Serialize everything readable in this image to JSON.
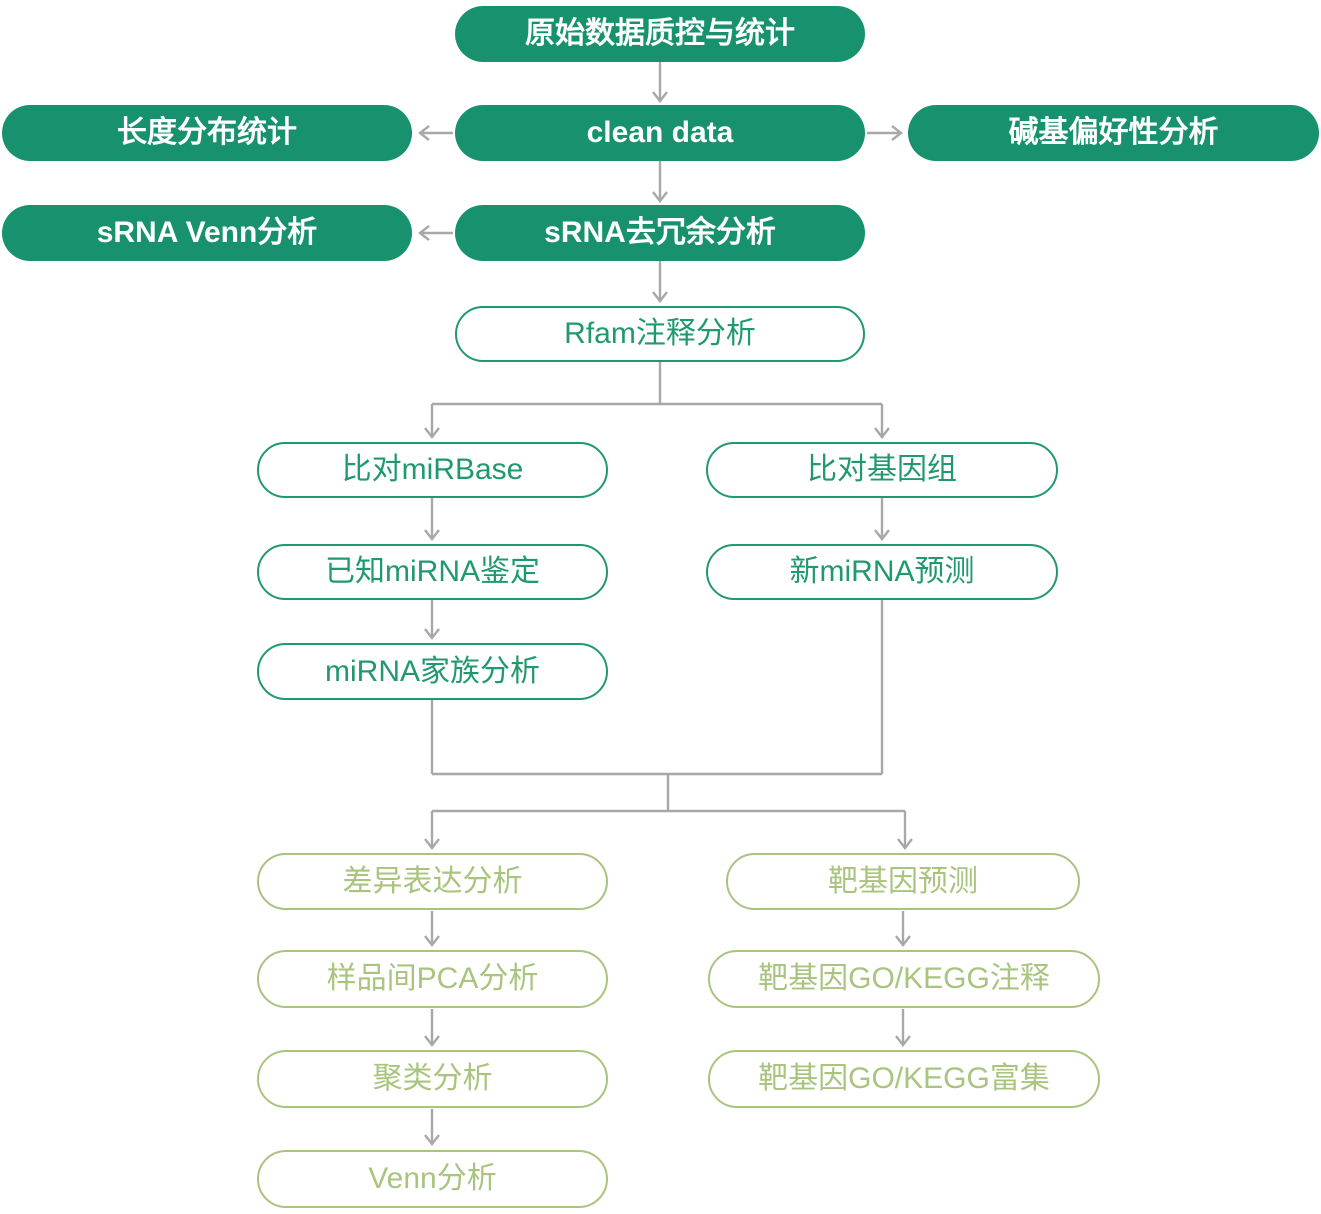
{
  "diagram": {
    "background": "#ffffff",
    "colors": {
      "filled_fill": "#18926E",
      "filled_text": "#ffffff",
      "outline_stroke": "#21996E",
      "outline_text": "#21996E",
      "olive_stroke": "#A9C47E",
      "olive_text": "#A9C47E",
      "connector": "#A8A8A8"
    },
    "nodes": {
      "raw_qc": {
        "label": "原始数据质控与统计",
        "style": "filled"
      },
      "length_dist": {
        "label": "长度分布统计",
        "style": "filled"
      },
      "clean_data": {
        "label": "clean data",
        "style": "filled"
      },
      "base_bias": {
        "label": "碱基偏好性分析",
        "style": "filled"
      },
      "srna_venn": {
        "label": "sRNA Venn分析",
        "style": "filled"
      },
      "srna_dedup": {
        "label": "sRNA去冗余分析",
        "style": "filled"
      },
      "rfam": {
        "label": "Rfam注释分析",
        "style": "outline"
      },
      "mirbase": {
        "label": "比对miRBase",
        "style": "outline"
      },
      "genome": {
        "label": "比对基因组",
        "style": "outline"
      },
      "known_mirna": {
        "label": "已知miRNA鉴定",
        "style": "outline"
      },
      "novel_mirna": {
        "label": "新miRNA预测",
        "style": "outline"
      },
      "mirna_family": {
        "label": "miRNA家族分析",
        "style": "outline"
      },
      "diff_expr": {
        "label": "差异表达分析",
        "style": "olive"
      },
      "pca": {
        "label": "样品间PCA分析",
        "style": "olive"
      },
      "cluster": {
        "label": "聚类分析",
        "style": "olive"
      },
      "venn": {
        "label": "Venn分析",
        "style": "olive"
      },
      "target_pred": {
        "label": "靶基因预测",
        "style": "olive"
      },
      "target_anno": {
        "label": "靶基因GO/KEGG注释",
        "style": "olive"
      },
      "target_enrich": {
        "label": "靶基因GO/KEGG富集",
        "style": "olive"
      }
    }
  }
}
